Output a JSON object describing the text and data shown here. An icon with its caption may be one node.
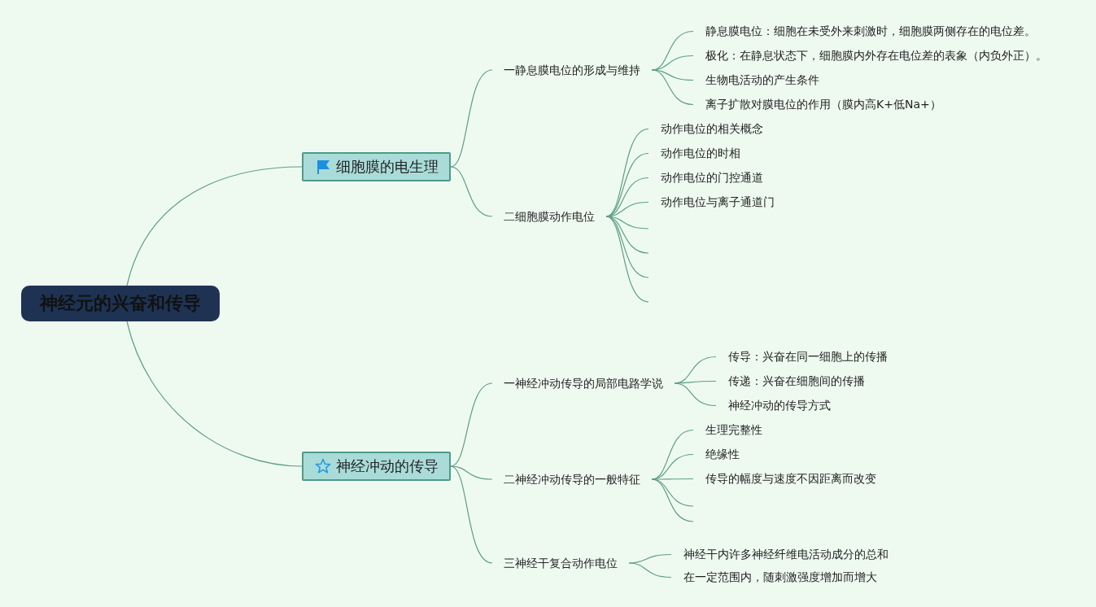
{
  "diagram": {
    "nodes": [
      {
        "text": [
          "神经元的兴奋和传导"
        ]
      },
      {
        "text": [
          "细胞膜的电生理"
        ]
      },
      {
        "text": [
          "一静息膜电位的形成与维持"
        ]
      },
      {
        "text": [
          "静息膜电位：细胞在未受外来刺激时，细胞膜两侧存在的电位差。"
        ]
      },
      {
        "text": [
          "极化：在静息状态下，细胞膜内外存在电位差的表象（内负外正）。"
        ]
      },
      {
        "text": [
          "生物电活动的产生条件"
        ]
      },
      {
        "text": [
          "离子扩散对膜电位的作用（膜内高K+低Na+）"
        ]
      },
      {
        "text": [
          "二细胞膜动作电位"
        ]
      },
      {
        "text": [
          "动作电位的相关概念"
        ]
      },
      {
        "text": [
          "动作电位的时相"
        ]
      },
      {
        "text": [
          "动作电位的门控通道"
        ]
      },
      {
        "text": [
          "动作电位与离子通道门"
        ]
      },
      {
        "text": [
          "神经冲动的传导"
        ]
      },
      {
        "text": [
          "一神经冲动传导的局部电路学说"
        ]
      },
      {
        "text": [
          "传导：兴奋在同一细胞上的传播"
        ]
      },
      {
        "text": [
          "传递：兴奋在细胞间的传播"
        ]
      },
      {
        "text": [
          "神经冲动的传导方式"
        ]
      },
      {
        "text": [
          "二神经冲动传导的一般特征"
        ]
      },
      {
        "text": [
          "生理完整性"
        ]
      },
      {
        "text": [
          "绝缘性"
        ]
      },
      {
        "text": [
          "传导的幅度与速度不因距离而改变"
        ]
      },
      {
        "text": [
          "三神经干复合动作电位"
        ]
      },
      {
        "text": [
          "神经干内许多神经纤维电活动成分的总和"
        ]
      },
      {
        "text": [
          "在一定范围内，随刺激强度增加而增大"
        ]
      }
    ],
    "edges": [
      {
        "from": 0,
        "to": 1,
        "arrow": "none"
      },
      {
        "from": 0,
        "to": 12,
        "arrow": "none"
      },
      {
        "from": 1,
        "to": 2,
        "arrow": "none"
      },
      {
        "from": 1,
        "to": 7,
        "arrow": "none"
      },
      {
        "from": 2,
        "to": 3,
        "arrow": "none"
      },
      {
        "from": 2,
        "to": 4,
        "arrow": "none"
      },
      {
        "from": 2,
        "to": 5,
        "arrow": "none"
      },
      {
        "from": 2,
        "to": 6,
        "arrow": "none"
      },
      {
        "from": 7,
        "to": 8,
        "arrow": "none"
      },
      {
        "from": 7,
        "to": 9,
        "arrow": "none"
      },
      {
        "from": 7,
        "to": 10,
        "arrow": "none"
      },
      {
        "from": 7,
        "to": 11,
        "arrow": "none"
      },
      {
        "from": 7,
        "to": null,
        "arrow": "none"
      },
      {
        "from": 7,
        "to": null,
        "arrow": "none"
      },
      {
        "from": 7,
        "to": null,
        "arrow": "none"
      },
      {
        "from": 7,
        "to": null,
        "arrow": "none"
      },
      {
        "from": 12,
        "to": 13,
        "arrow": "none"
      },
      {
        "from": 12,
        "to": 17,
        "arrow": "none"
      },
      {
        "from": 12,
        "to": 21,
        "arrow": "none"
      },
      {
        "from": 13,
        "to": 14,
        "arrow": "none"
      },
      {
        "from": 13,
        "to": 15,
        "arrow": "none"
      },
      {
        "from": 13,
        "to": 16,
        "arrow": "none"
      },
      {
        "from": 17,
        "to": 18,
        "arrow": "none"
      },
      {
        "from": 17,
        "to": 19,
        "arrow": "none"
      },
      {
        "from": 17,
        "to": 20,
        "arrow": "none"
      },
      {
        "from": 17,
        "to": null,
        "arrow": "none"
      },
      {
        "from": 17,
        "to": null,
        "arrow": "none"
      },
      {
        "from": 21,
        "to": 22,
        "arrow": "none"
      },
      {
        "from": 21,
        "to": 23,
        "arrow": "none"
      }
    ]
  }
}
